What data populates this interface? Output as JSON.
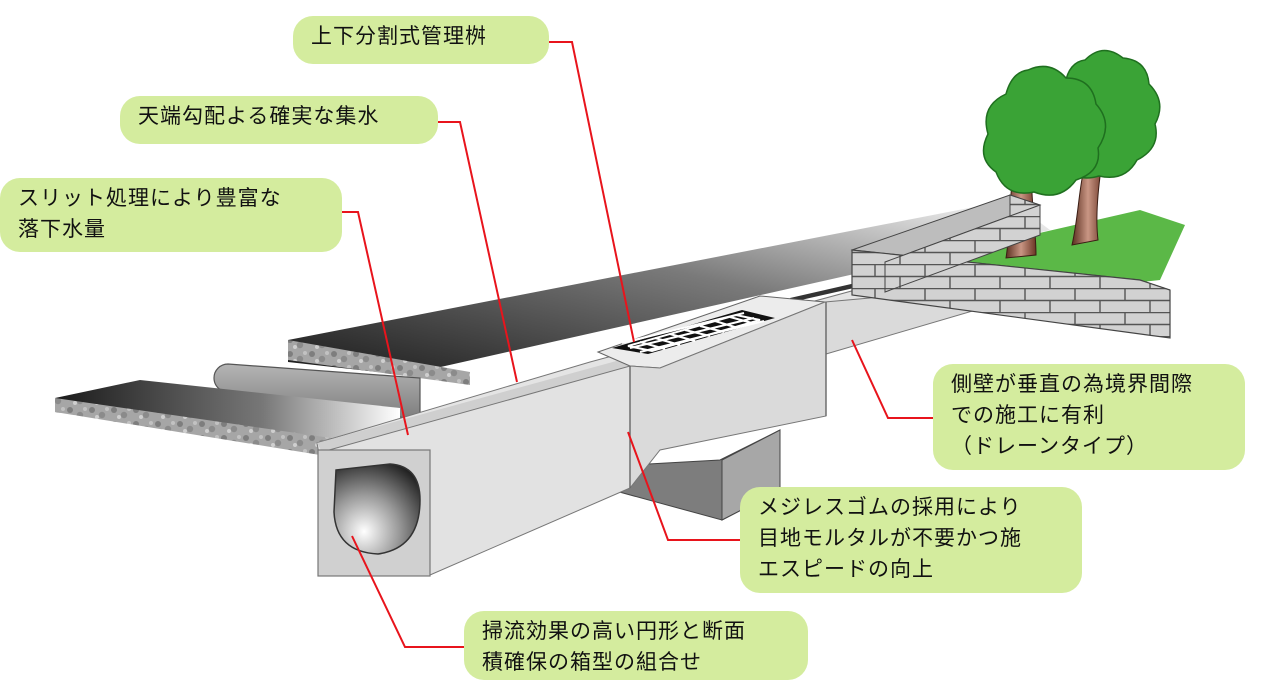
{
  "callouts": {
    "manhole": {
      "lines": [
        "上下分割式管理桝"
      ]
    },
    "top_slope": {
      "lines": [
        "天端勾配よる確実な集水"
      ]
    },
    "slit": {
      "lines": [
        "スリット処理により豊富な",
        "落下水量"
      ]
    },
    "side_wall": {
      "lines": [
        "側壁が垂直の為境界間際",
        "での施工に有利",
        "（ドレーンタイプ）"
      ]
    },
    "rubber": {
      "lines": [
        "メジレスゴムの採用により",
        "目地モルタルが不要かつ施",
        "エスピードの向上"
      ]
    },
    "shape": {
      "lines": [
        "掃流効果の高い円形と断面",
        "積確保の箱型の組合せ"
      ]
    }
  },
  "colors": {
    "callout_bg": "#d4ec9e",
    "leader": "#e8141c",
    "concrete": "#d9d9d9",
    "grass": "#5bb847",
    "tree_canopy": "#3aa336"
  }
}
